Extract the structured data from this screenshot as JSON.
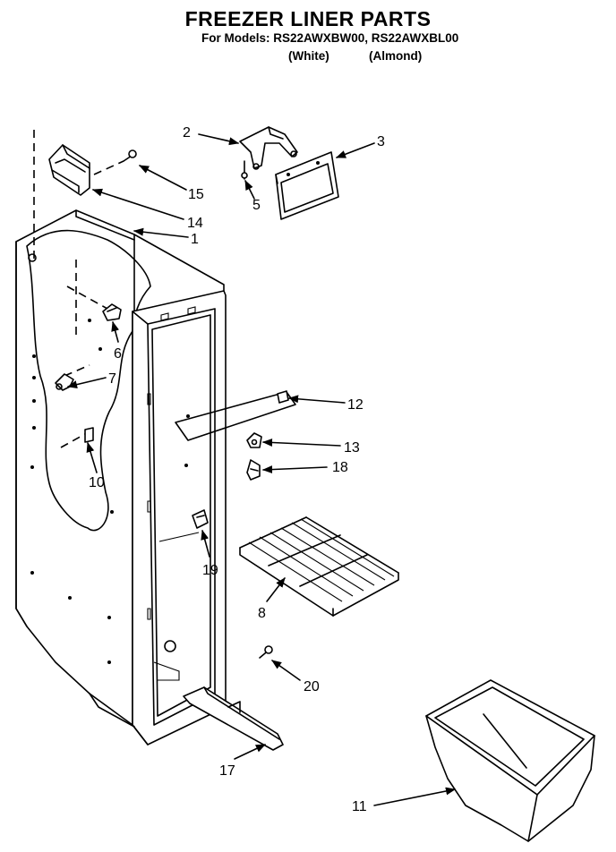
{
  "header": {
    "title": "FREEZER LINER PARTS",
    "models_line": "For Models: RS22AWXBW00, RS22AWXBL00",
    "variant_white": "(White)",
    "variant_almond": "(Almond)"
  },
  "callouts": [
    {
      "id": "1",
      "text": "1"
    },
    {
      "id": "2",
      "text": "2"
    },
    {
      "id": "3",
      "text": "3"
    },
    {
      "id": "5",
      "text": "5"
    },
    {
      "id": "6",
      "text": "6"
    },
    {
      "id": "7",
      "text": "7"
    },
    {
      "id": "8",
      "text": "8"
    },
    {
      "id": "10",
      "text": "10"
    },
    {
      "id": "11",
      "text": "11"
    },
    {
      "id": "12",
      "text": "12"
    },
    {
      "id": "13",
      "text": "13"
    },
    {
      "id": "14",
      "text": "14"
    },
    {
      "id": "15",
      "text": "15"
    },
    {
      "id": "17",
      "text": "17"
    },
    {
      "id": "18",
      "text": "18"
    },
    {
      "id": "19",
      "text": "19"
    },
    {
      "id": "20",
      "text": "20"
    }
  ]
}
